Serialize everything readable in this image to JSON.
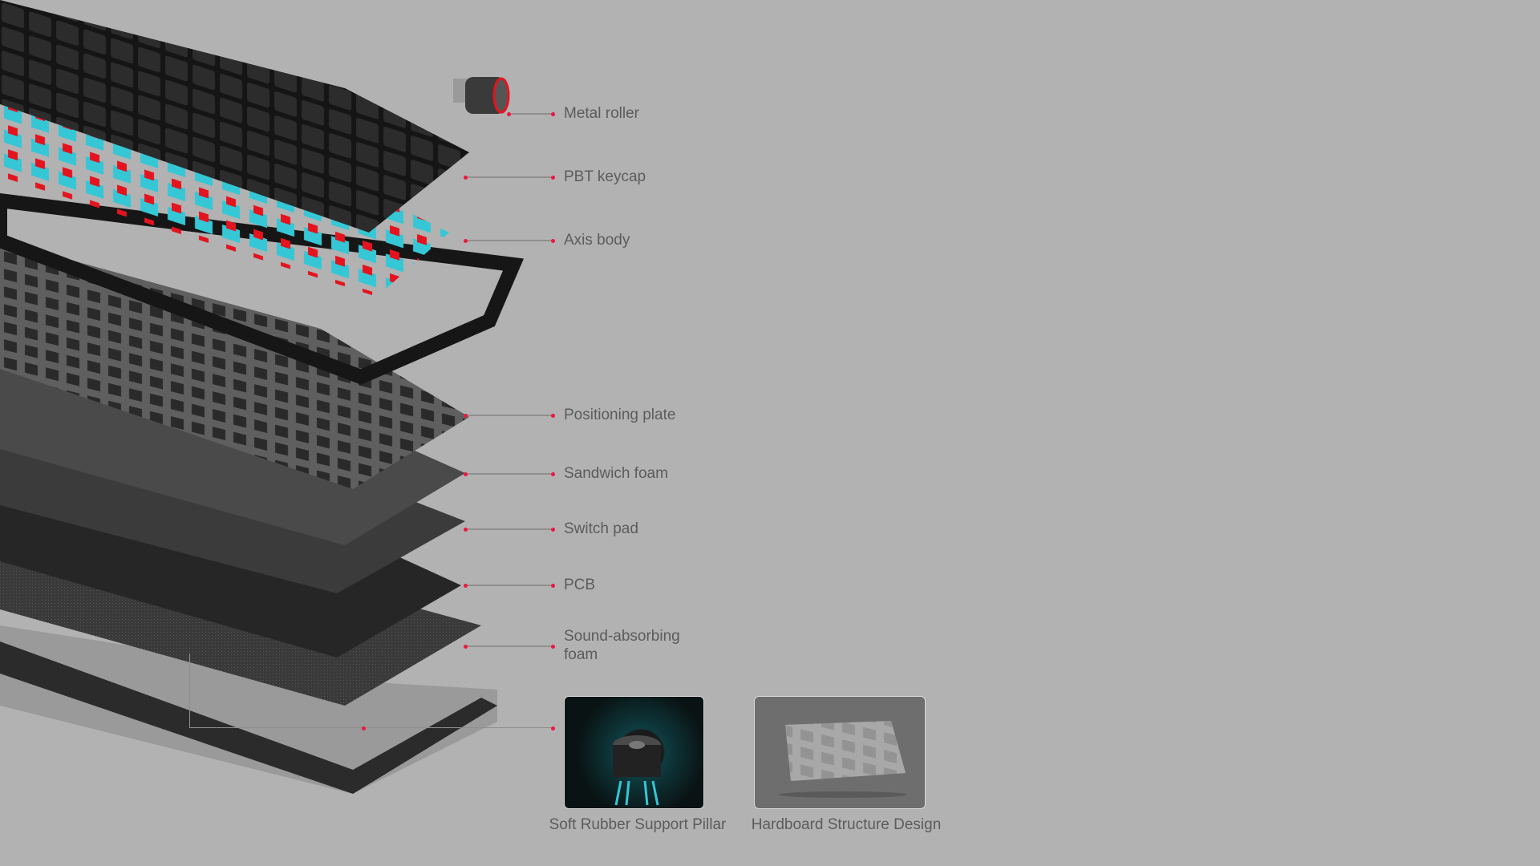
{
  "labels": {
    "metal_roller": "Metal roller",
    "pbt_keycap": "PBT keycap",
    "axis_body": "Axis body",
    "positioning_plate": "Positioning plate",
    "sandwich_foam": "Sandwich foam",
    "switch_pad": "Switch pad",
    "pcb": "PCB",
    "sound_foam_1": "Sound-absorbing",
    "sound_foam_2": "foam"
  },
  "features": [
    {
      "caption": "Soft Rubber  Support Pillar"
    },
    {
      "caption": "Hardboard Structure Design"
    }
  ],
  "colors": {
    "accent": "#f0163c",
    "switch": "#35c7d6",
    "stem": "#e3141e"
  }
}
